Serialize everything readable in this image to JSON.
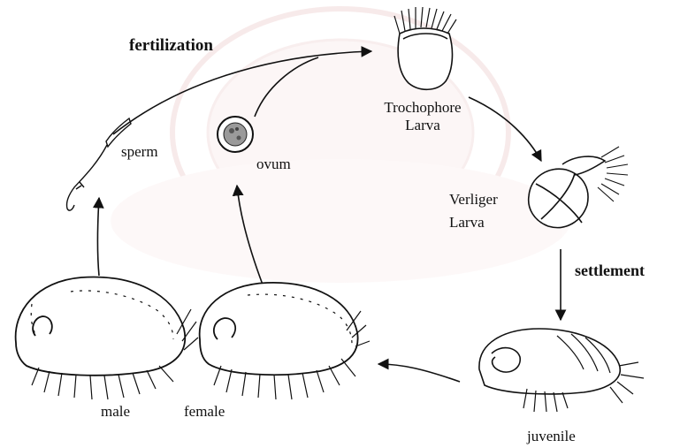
{
  "labels": {
    "fertilization": "fertilization",
    "sperm": "sperm",
    "ovum": "ovum",
    "trochophore_line1": "Trochophore",
    "trochophore_line2": "Larva",
    "veliger_line1": "Verliger",
    "veliger_line2": "Larva",
    "settlement": "settlement",
    "juvenile": "juvenile",
    "male": "male",
    "female": "female"
  },
  "icons": {
    "sperm": "sperm-cell-icon",
    "ovum": "ovum-cell-icon",
    "trochophore": "trochophore-larva-icon",
    "veliger": "veliger-larva-icon",
    "juvenile": "juvenile-abalone-icon",
    "male": "male-abalone-icon",
    "female": "female-abalone-icon"
  },
  "colors": {
    "ink": "#111111",
    "watermark": "#f2d9d9"
  }
}
